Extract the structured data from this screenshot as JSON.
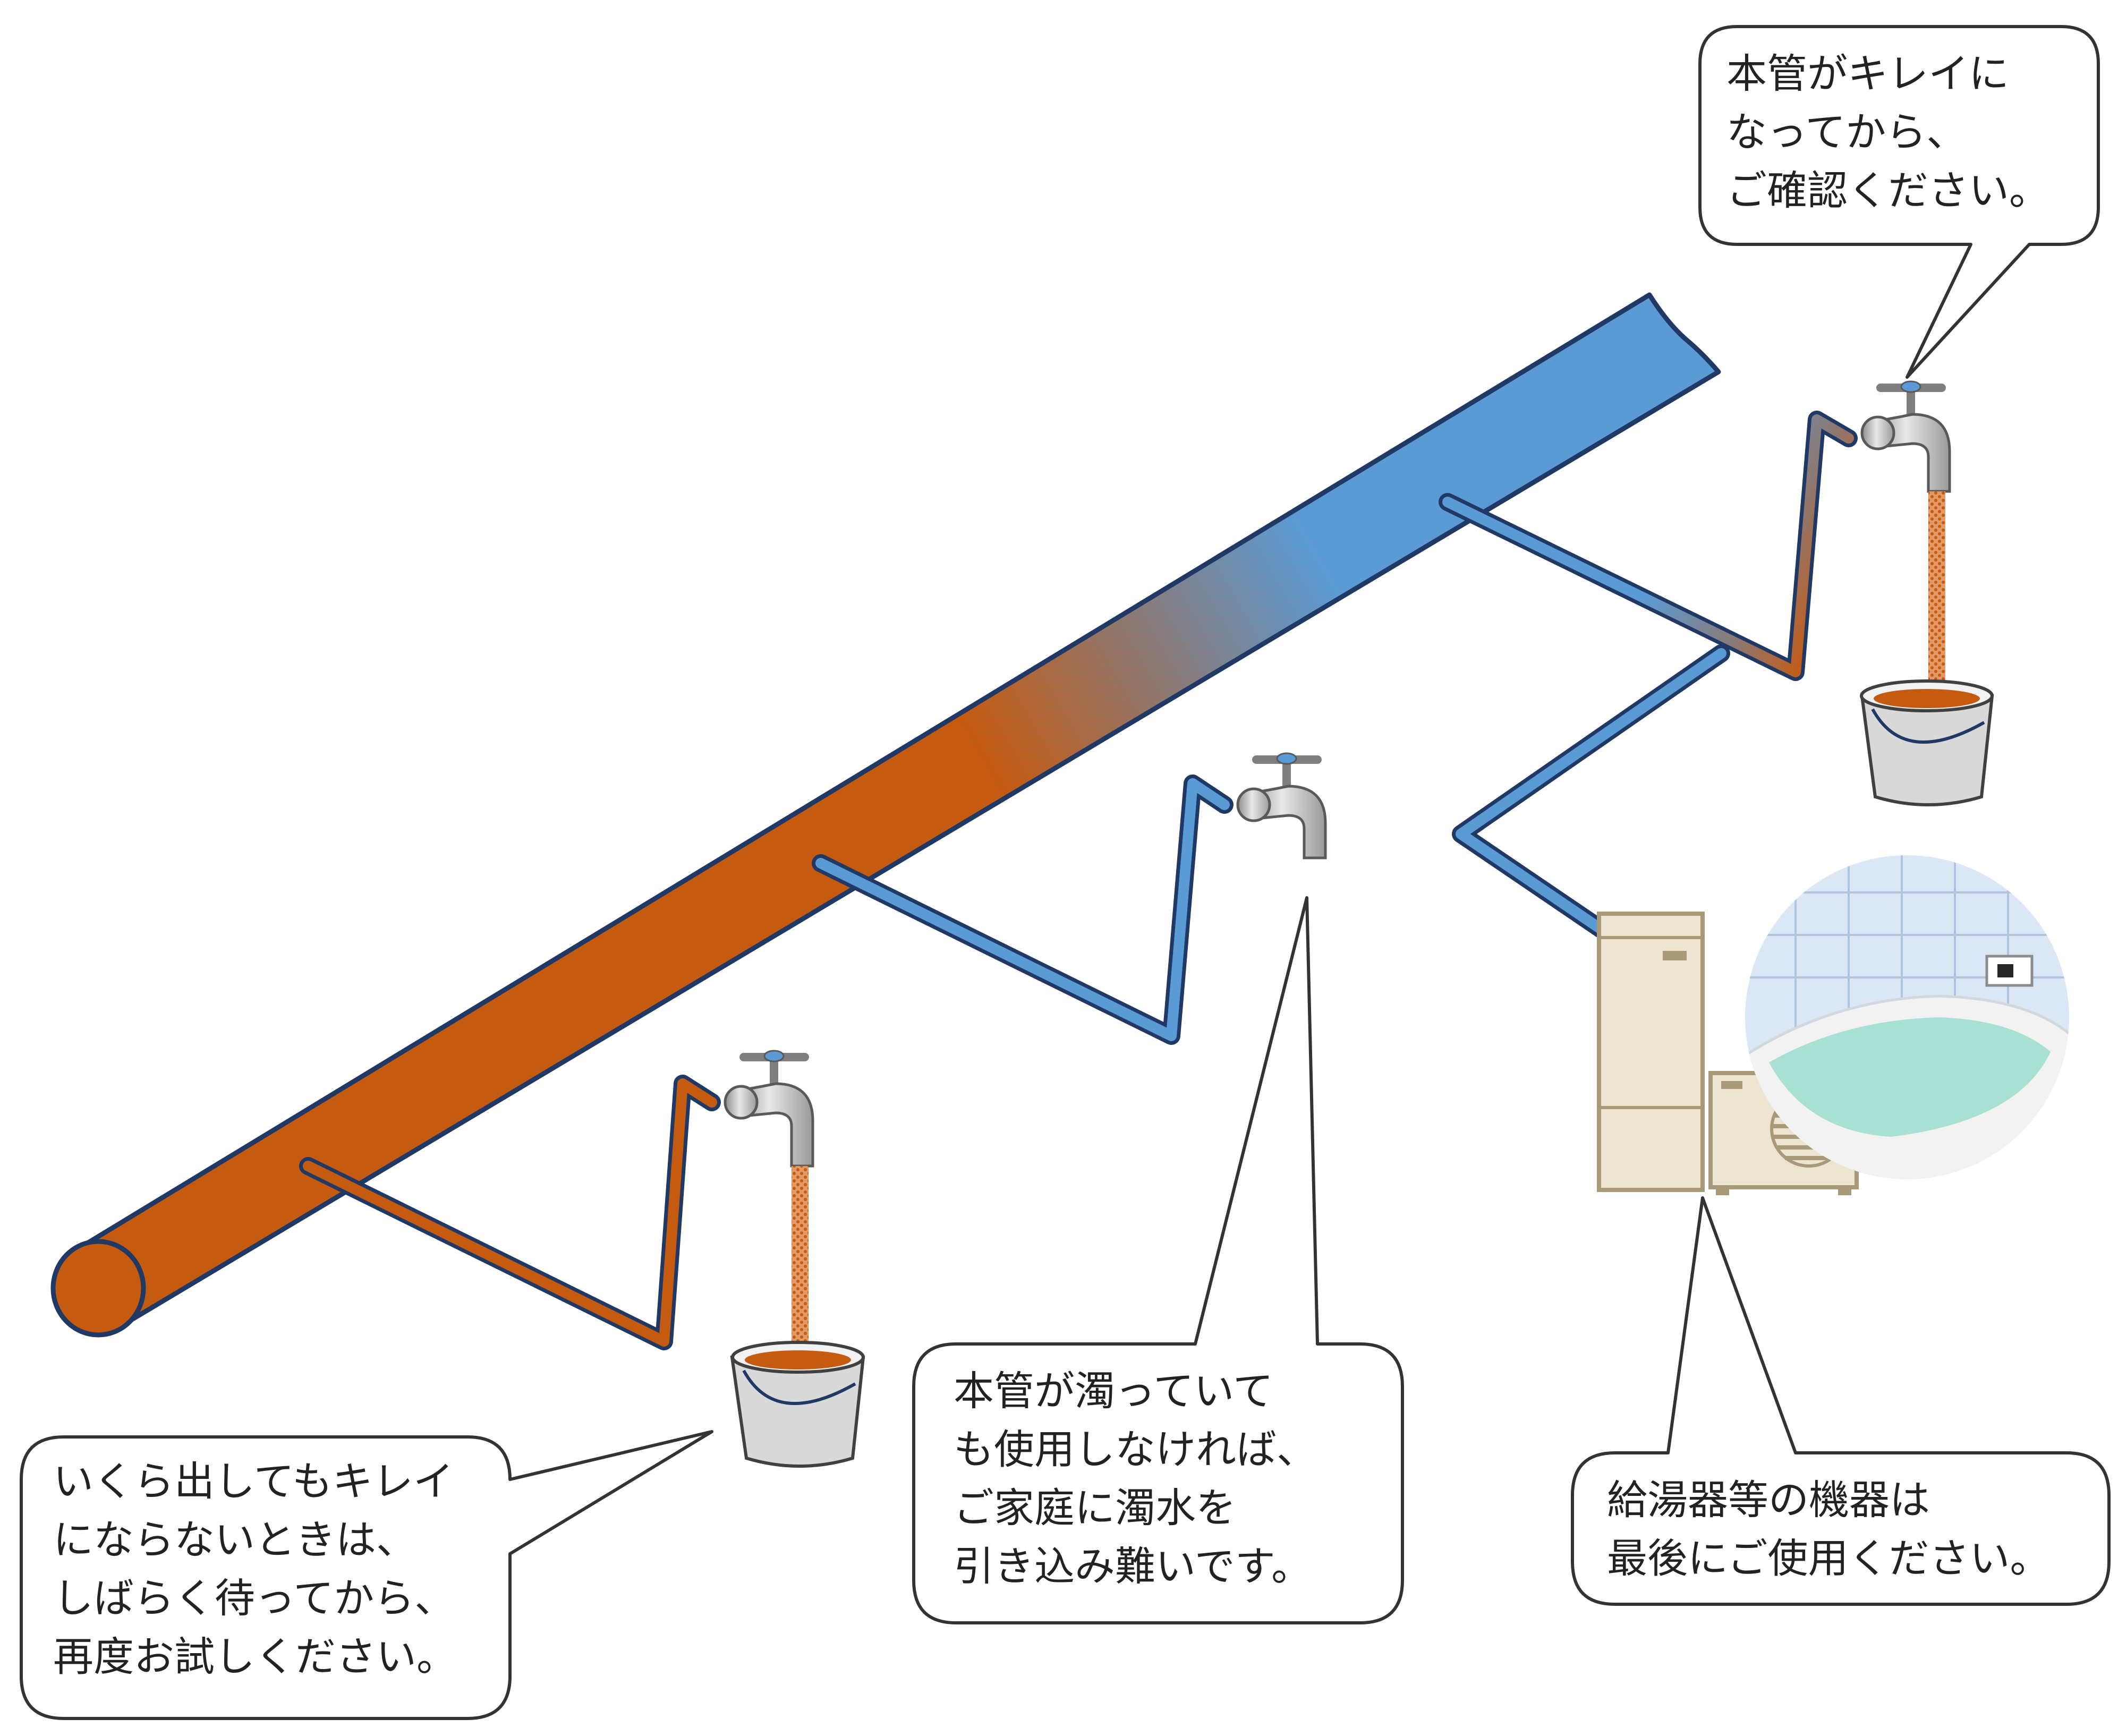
{
  "colors": {
    "dirty_water": "#c55a11",
    "clean_water": "#5b9bd5",
    "pipe_outline": "#1f3864",
    "faucet_metal": "#bfbfbf",
    "bucket_metal": "#d9d9d9",
    "water_heater": "#ede4d1",
    "bath_water": "#a9e0d4",
    "bath_tile": "#dbe7f5"
  },
  "callouts": {
    "top_right": [
      "本管がキレイに",
      "なってから、",
      "ご確認ください。"
    ],
    "bottom_left": [
      "いくら出してもキレイ",
      "にならないときは、",
      "しばらく待ってから、",
      "再度お試しください。"
    ],
    "middle": [
      "本管が濁っていて",
      "も使用しなければ、",
      "ご家庭に濁水を",
      "引き込み難いです。"
    ],
    "bottom_right": [
      "給湯器等の機器は",
      "最後にご使用ください。"
    ]
  }
}
